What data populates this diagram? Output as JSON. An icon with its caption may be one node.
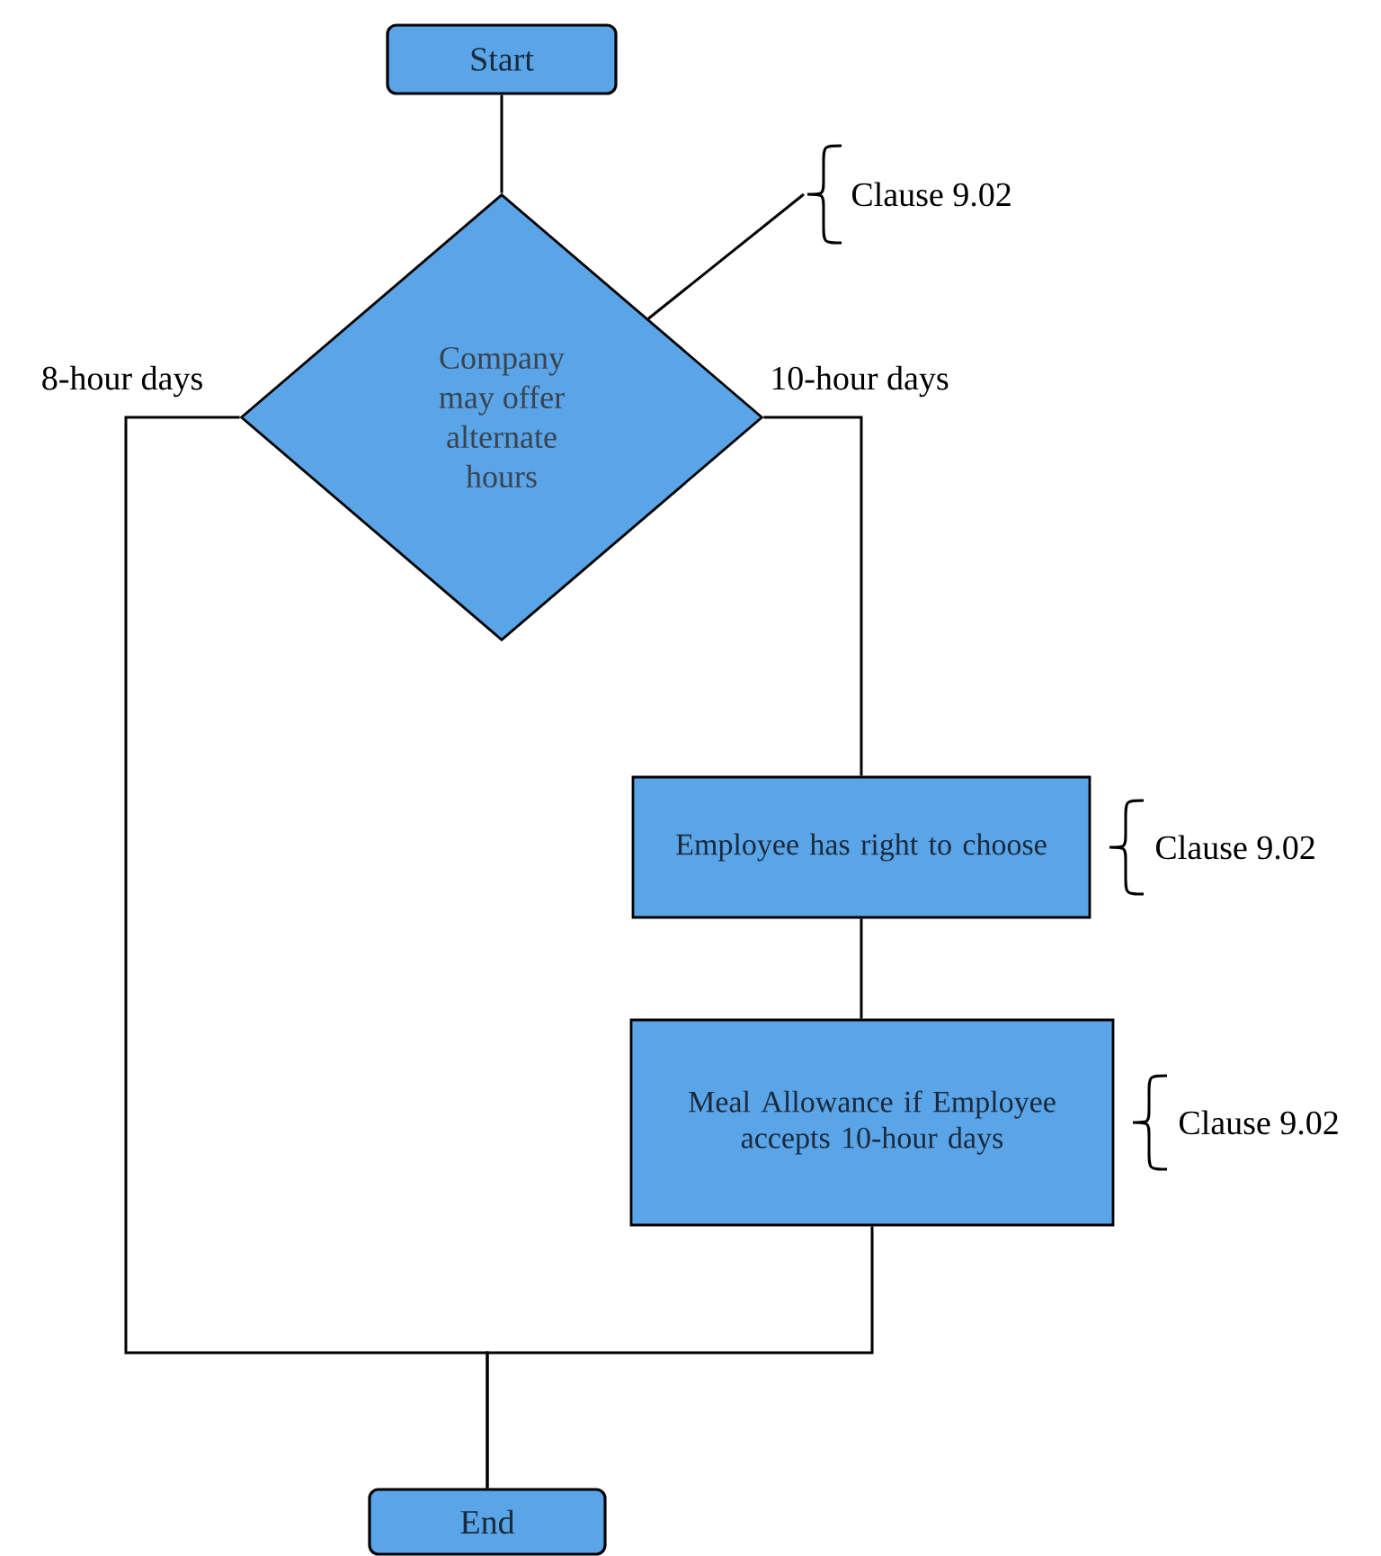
{
  "diagram": {
    "nodes": [
      {
        "text": [
          "Start"
        ]
      },
      {
        "text": [
          "Company may offer alternate hours"
        ]
      },
      {
        "text": [
          "Employee has right to choose"
        ],
        "beside": [
          "Clause 9.02"
        ]
      },
      {
        "text": [
          "Meal Allowance if Employee accepts 10-hour days"
        ],
        "beside": [
          "Clause 9.02"
        ]
      },
      {
        "text": [
          "End"
        ]
      },
      {
        "text": [
          "Clause 9.02"
        ]
      }
    ],
    "edges": [
      {
        "from": 0,
        "to": 1,
        "arrow": "none"
      },
      {
        "from": 1,
        "to": 4,
        "arrow": "none",
        "label": "8-hour days"
      },
      {
        "from": 1,
        "to": 2,
        "arrow": "none",
        "label": "10-hour days"
      },
      {
        "from": 2,
        "to": 3,
        "arrow": "none"
      },
      {
        "from": 3,
        "to": 4,
        "arrow": "none"
      },
      {
        "from": 5,
        "to": 1,
        "arrow": "none"
      }
    ]
  }
}
